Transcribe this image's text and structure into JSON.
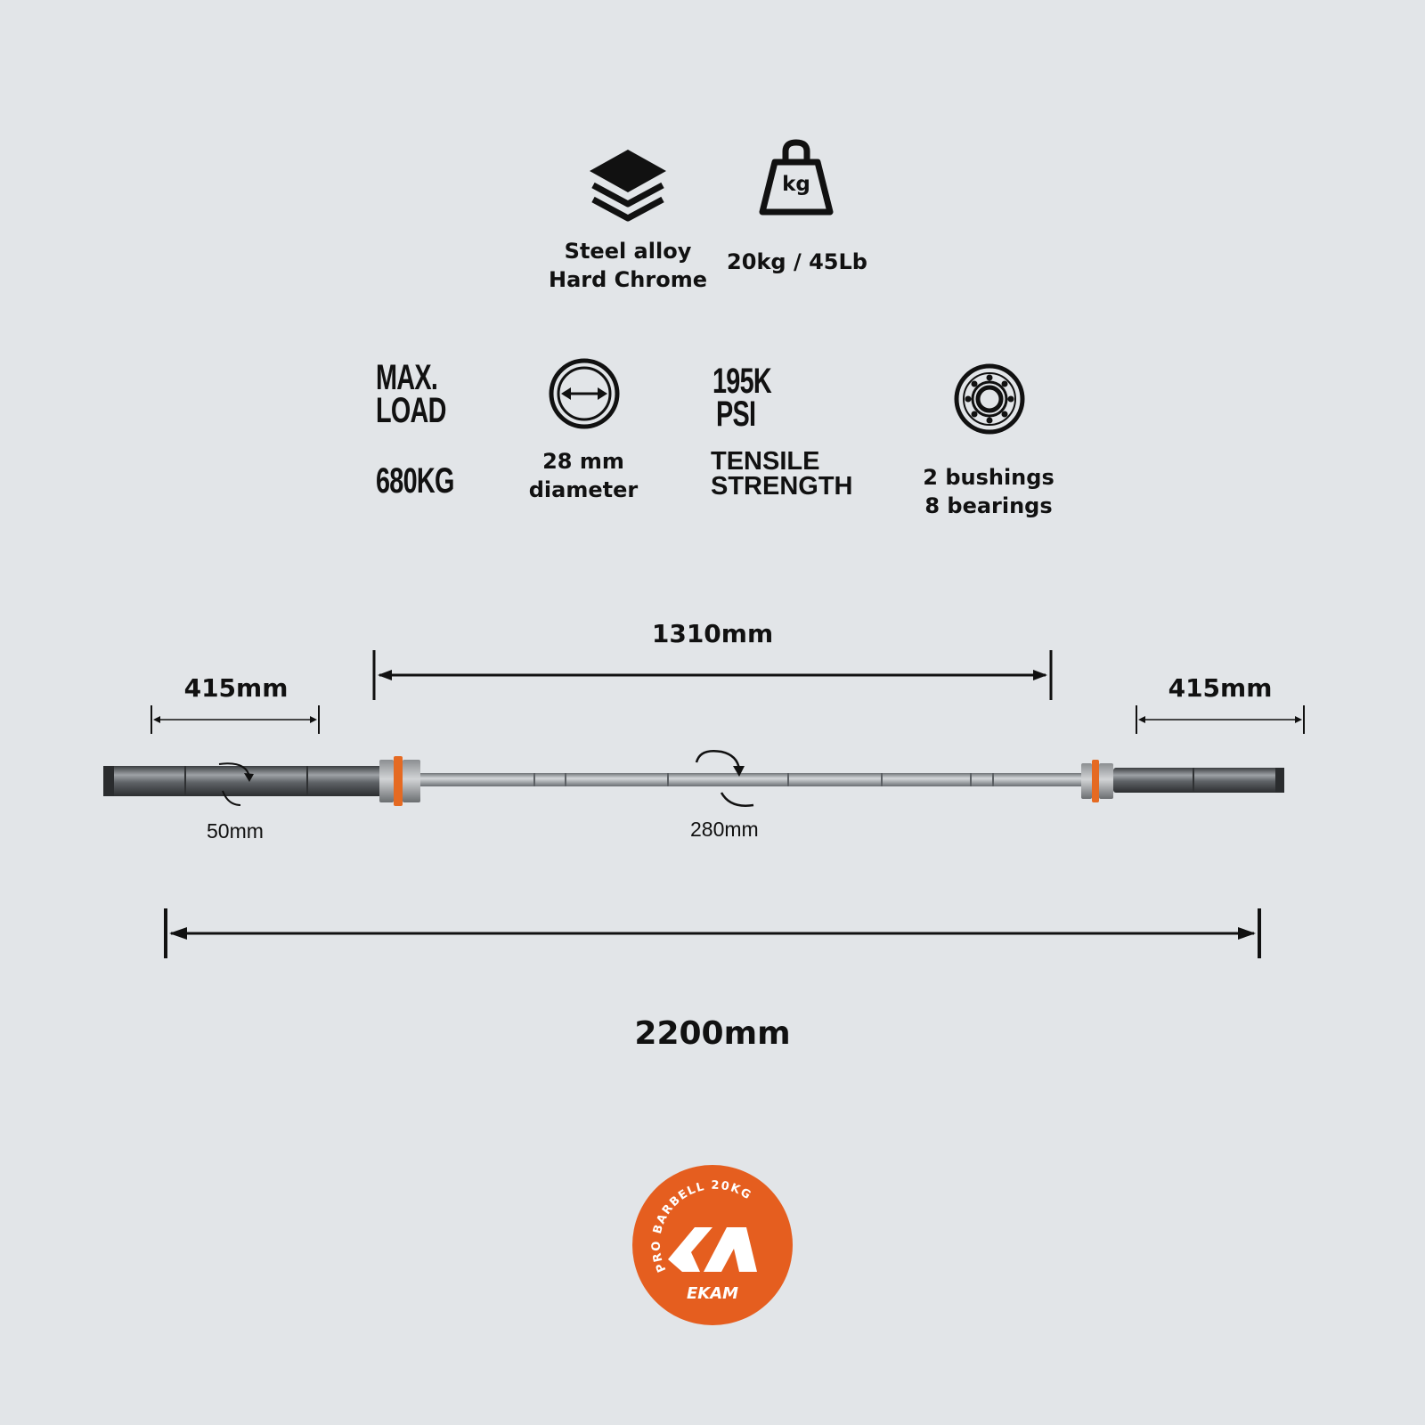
{
  "specs_top": [
    {
      "icon": "layers-icon",
      "lines": [
        "Steel alloy",
        "Hard Chrome"
      ]
    },
    {
      "icon": "kettlebell-weight-icon",
      "icon_text": "kg",
      "lines": [
        "20kg / 45Lb"
      ]
    }
  ],
  "specs_middle": {
    "max_load": {
      "heading_1": "MAX.",
      "heading_2": "LOAD",
      "value": "680KG"
    },
    "diameter": {
      "icon": "diameter-icon",
      "line_1": "28 mm",
      "line_2": "diameter"
    },
    "tensile": {
      "heading_1": "195K",
      "heading_2": "PSI",
      "line_1": "TENSILE",
      "line_2": "STRENGTH"
    },
    "bearings": {
      "icon": "bearing-icon",
      "line_1": "2 bushings",
      "line_2": "8 bearings"
    }
  },
  "dimensions": {
    "left_sleeve": "415mm",
    "shaft": "1310mm",
    "right_sleeve": "415mm",
    "sleeve_diameter": "50mm",
    "shaft_diameter": "280mm",
    "total_length": "2200mm"
  },
  "badge": {
    "arc_text": "PRO BARBELL 20KG",
    "brand": "EKAM",
    "color": "#e55e1f"
  },
  "colors": {
    "background": "#e2e5e8",
    "collar_accent": "#e56a22",
    "ink": "#111111"
  }
}
